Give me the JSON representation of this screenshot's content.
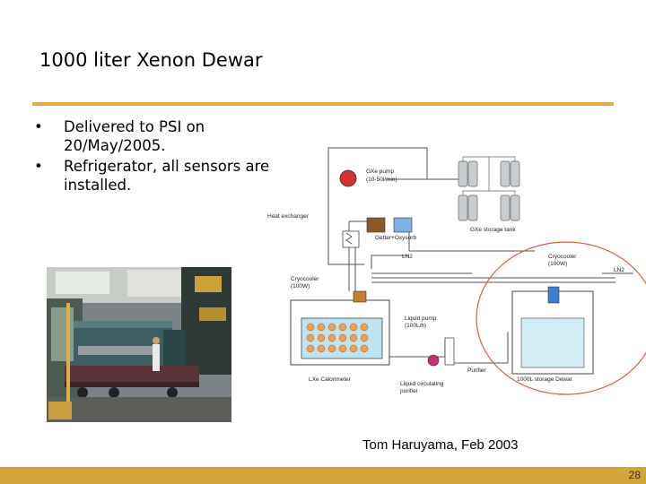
{
  "slide": {
    "title": "1000 liter Xenon Dewar",
    "bullets": [
      "Delivered to PSI on 20/May/2005.",
      "Refrigerator, all sensors are installed."
    ],
    "credit": "Tom Haruyama, Feb 2003",
    "page_number": "28"
  },
  "diagram": {
    "labels": {
      "gxe_pump": "GXe pump",
      "gxe_pump_rate": "(10-50l/min)",
      "heat_exchanger": "Heat exchanger",
      "getter": "Getter+Oxysorb",
      "gxe_storage": "GXe storage tank",
      "ln2_left": "LN2",
      "ln2_right": "LN2",
      "cryocooler_left": "Cryocooler",
      "cryocooler_left_power": "(100W)",
      "cryocooler_right": "Cryocooler",
      "cryocooler_right_power": "(100W)",
      "liquid_pump": "Liquid pump",
      "liquid_pump_rate": "(100L/h)",
      "purifier": "Purifier",
      "lxe_calorimeter": "LXe Calorimeter",
      "liquid_circulating": "Liquid circulating",
      "liquid_circulating_2": "purifier",
      "storage_dewar": "1000L storage Dewar"
    }
  },
  "colors": {
    "accent_rule": "#e0aa45",
    "footer_bar": "#d4a43c",
    "highlight_circle": "#e05a3a"
  }
}
